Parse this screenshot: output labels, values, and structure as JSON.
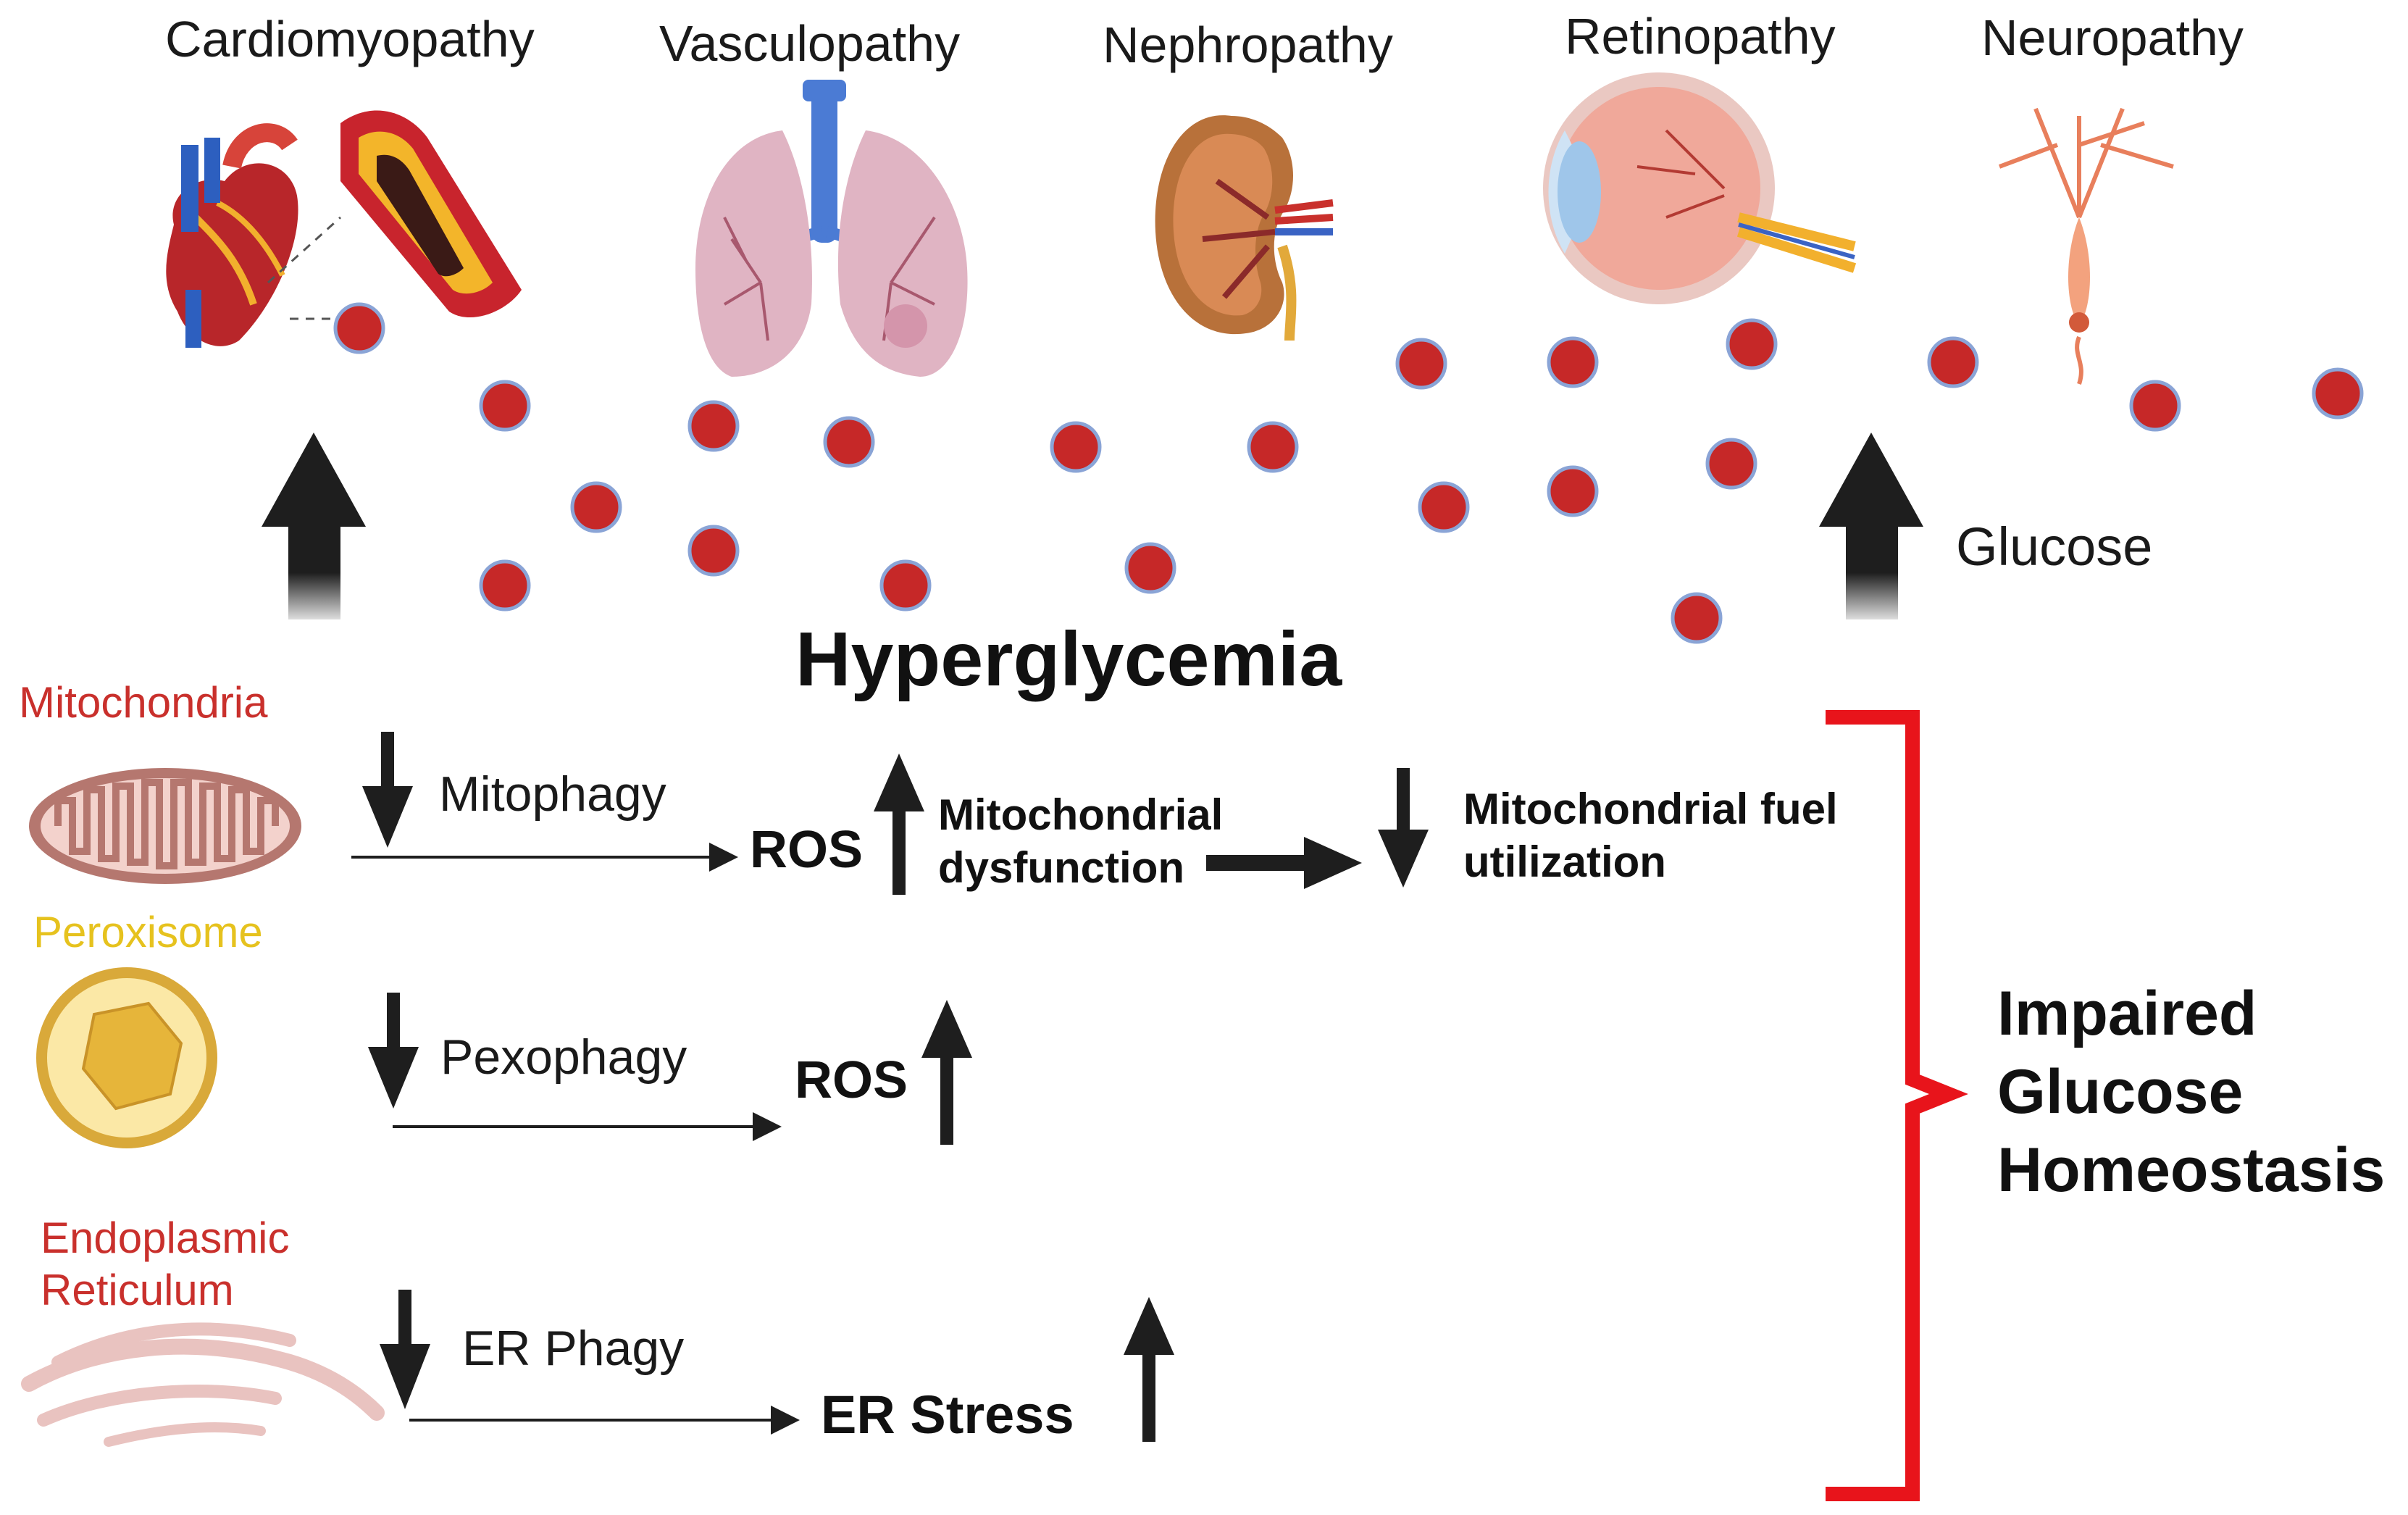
{
  "complications": [
    "Cardiomyopathy",
    "Vasculopathy",
    "Nephropathy",
    "Retinopathy",
    "Neuropathy"
  ],
  "glucose_label": "Glucose",
  "main_title": "Hyperglycemia",
  "organelles": {
    "mitochondria": "Mitochondria",
    "peroxisome": "Peroxisome",
    "er_line1": "Endoplasmic",
    "er_line2": "Reticulum"
  },
  "pathways": {
    "mitophagy": "Mitophagy",
    "ros1": "ROS",
    "mito_dysfunction_line1": "Mitochondrial",
    "mito_dysfunction_line2": "dysfunction",
    "fuel_line1": "Mitochondrial fuel",
    "fuel_line2": "utilization",
    "pexophagy": "Pexophagy",
    "ros2": "ROS",
    "er_phagy": "ER Phagy",
    "er_stress": "ER Stress"
  },
  "outcome": {
    "line1": "Impaired",
    "line2": "Glucose",
    "line3": "Homeostasis"
  },
  "colors": {
    "glucose_dot": "#c62828",
    "glucose_dot_ring": "#8aa4d6",
    "bracket": "#e8141b",
    "arrow": "#1e1e1e",
    "mitochondria_label": "#c9302c",
    "peroxisome_label": "#e6c21e",
    "er_label": "#c9302c"
  }
}
